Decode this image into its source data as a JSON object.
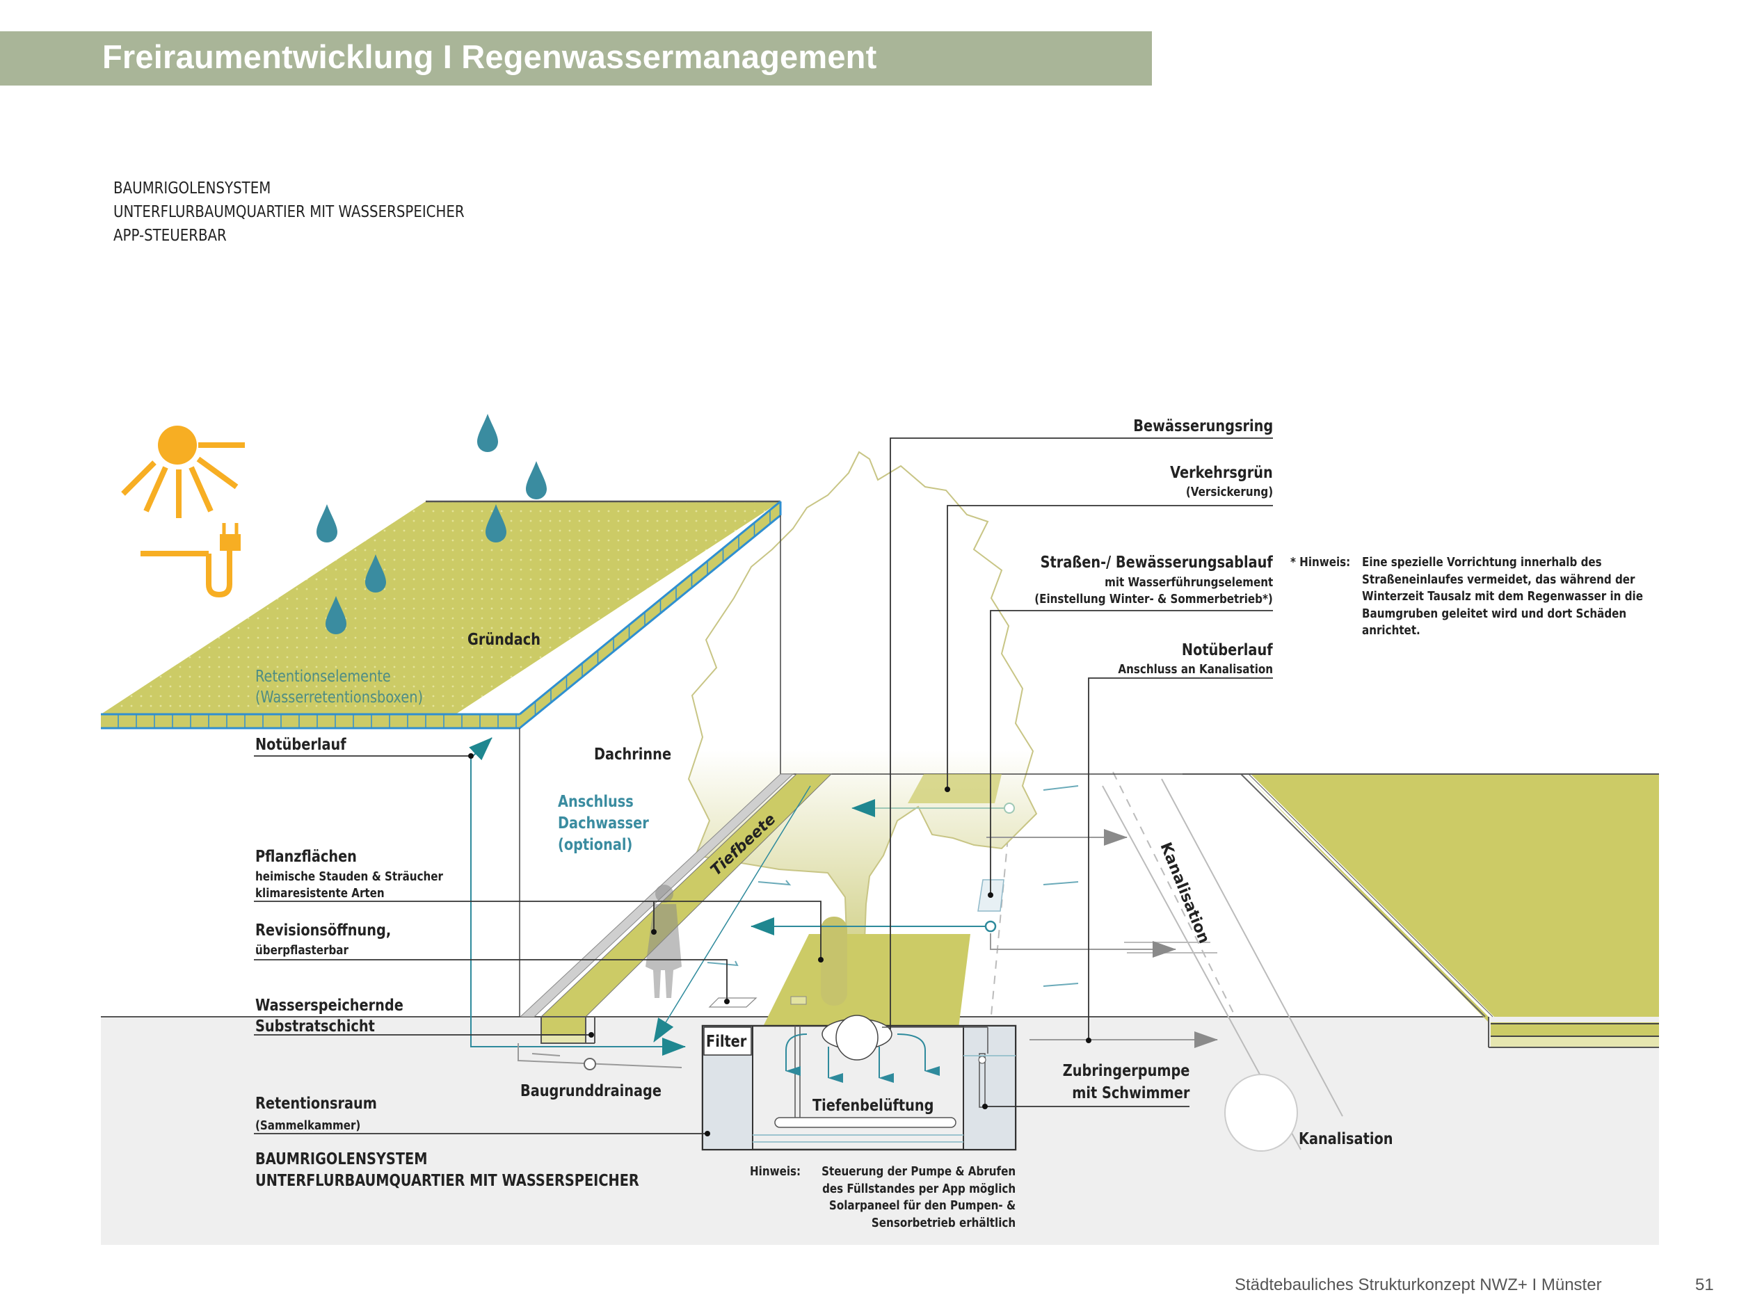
{
  "header": {
    "title": "Freiraumentwicklung  I  Regenwassermanagement",
    "band_color": "#a9b598"
  },
  "subtitle": {
    "lines": [
      "BAUMRIGOLENSYSTEM",
      "UNTERFLURBAUMQUARTIER MIT WASSERSPEICHER",
      "APP-STEUERBAR"
    ]
  },
  "icons": {
    "sun": "sun-icon",
    "plug": "power-plug-icon",
    "raindrop": "raindrop-icon",
    "person": "person-silhouette-icon",
    "tree": "tree-icon"
  },
  "colors": {
    "green": "#cccb66",
    "teal": "#2e8a9c",
    "sun": "#f7ae23",
    "ground": "#efefef",
    "roof_edge": "#2f8fd0"
  },
  "labels": {
    "gruendach": "Gründach",
    "retention_1": "Retentionselemente",
    "retention_2": "(Wasserretentionsboxen)",
    "notueberlauf_left": "Notüberlauf",
    "dachrinne": "Dachrinne",
    "anschluss_1": "Anschluss",
    "anschluss_2": "Dachwasser",
    "anschluss_3": "(optional)",
    "tiefbeete": "Tiefbeete",
    "pflanz_title": "Pflanzflächen",
    "pflanz_sub1": "heimische Stauden & Sträucher",
    "pflanz_sub2": "klimaresistente Arten",
    "revision_title": "Revisionsöffnung,",
    "revision_sub": "überpflasterbar",
    "wasser_1": "Wasserspeichernde",
    "wasser_2": "Substratschicht",
    "retentionsraum": "Retentionsraum",
    "sammelkammer": "(Sammelkammer)",
    "bottom_title_1": "BAUMRIGOLENSYSTEM",
    "bottom_title_2": "UNTERFLURBAUMQUARTIER MIT WASSERSPEICHER",
    "baugrund": "Baugrunddrainage",
    "filter": "Filter",
    "tiefen": "Tiefenbelüftung",
    "zubringer_1": "Zubringerpumpe",
    "zubringer_2": "mit Schwimmer",
    "kanal_bottom": "Kanalisation",
    "kanal_road": "Kanalisation",
    "bewaesserungsring": "Bewässerungsring",
    "verkehrsgruen": "Verkehrsgrün",
    "versickerung": "(Versickerung)",
    "strassen_title": "Straßen-/ Bewässerungsablauf",
    "strassen_sub1": "mit Wasserführungselement",
    "strassen_sub2": "(Einstellung Winter- & Sommerbetrieb*)",
    "notueberlauf_right": "Notüberlauf",
    "notueberlauf_right_sub": "Anschluss an Kanalisation"
  },
  "notes": {
    "hinweis_star_label": "* Hinweis:",
    "hinweis_star_lines": [
      "Eine spezielle Vorrichtung innerhalb des",
      "Straßeneinlaufes vermeidet, das während der",
      "Winterzeit Tausalz mit dem Regenwasser in die",
      "Baumgruben geleitet wird und dort Schäden",
      "anrichtet."
    ],
    "hinweis_app_label": "Hinweis:",
    "hinweis_app_lines": [
      "Steuerung der Pumpe & Abrufen",
      "des Füllstandes per App möglich",
      "Solarpaneel für den Pumpen- &",
      "Sensorbetrieb erhältlich"
    ]
  },
  "footer": {
    "text": "Städtebauliches Strukturkonzept NWZ+ I Münster",
    "page": "51"
  }
}
